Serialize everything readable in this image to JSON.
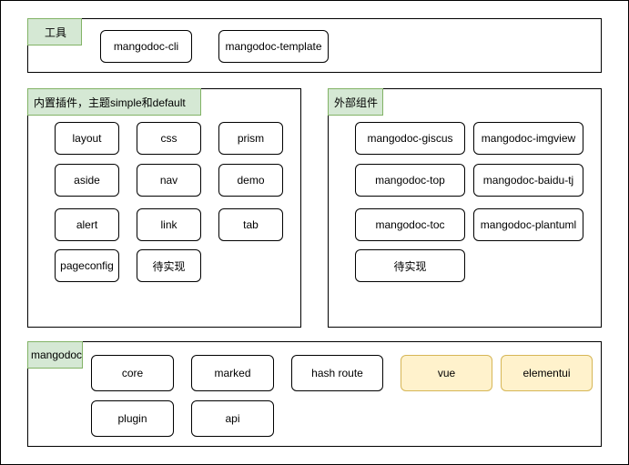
{
  "tools": {
    "title": "工具",
    "items": [
      "mangodoc-cli",
      "mangodoc-template"
    ]
  },
  "builtin": {
    "title": "内置插件，主题simple和default",
    "items": [
      "layout",
      "css",
      "prism",
      "aside",
      "nav",
      "demo",
      "alert",
      "link",
      "tab",
      "pageconfig",
      "待实现"
    ]
  },
  "external": {
    "title": "外部组件",
    "items": [
      "mangodoc-giscus",
      "mangodoc-imgview",
      "mangodoc-top",
      "mangodoc-baidu-tj",
      "mangodoc-toc",
      "mangodoc-plantuml",
      "待实现"
    ]
  },
  "core": {
    "title": "mangodoc",
    "items": [
      "core",
      "marked",
      "hash route",
      "vue",
      "elementui",
      "plugin",
      "api"
    ]
  },
  "colors": {
    "label_fill": "#d5e8d4",
    "label_border": "#82b366",
    "highlight_fill": "#fff2cc",
    "highlight_border": "#d6b656"
  }
}
